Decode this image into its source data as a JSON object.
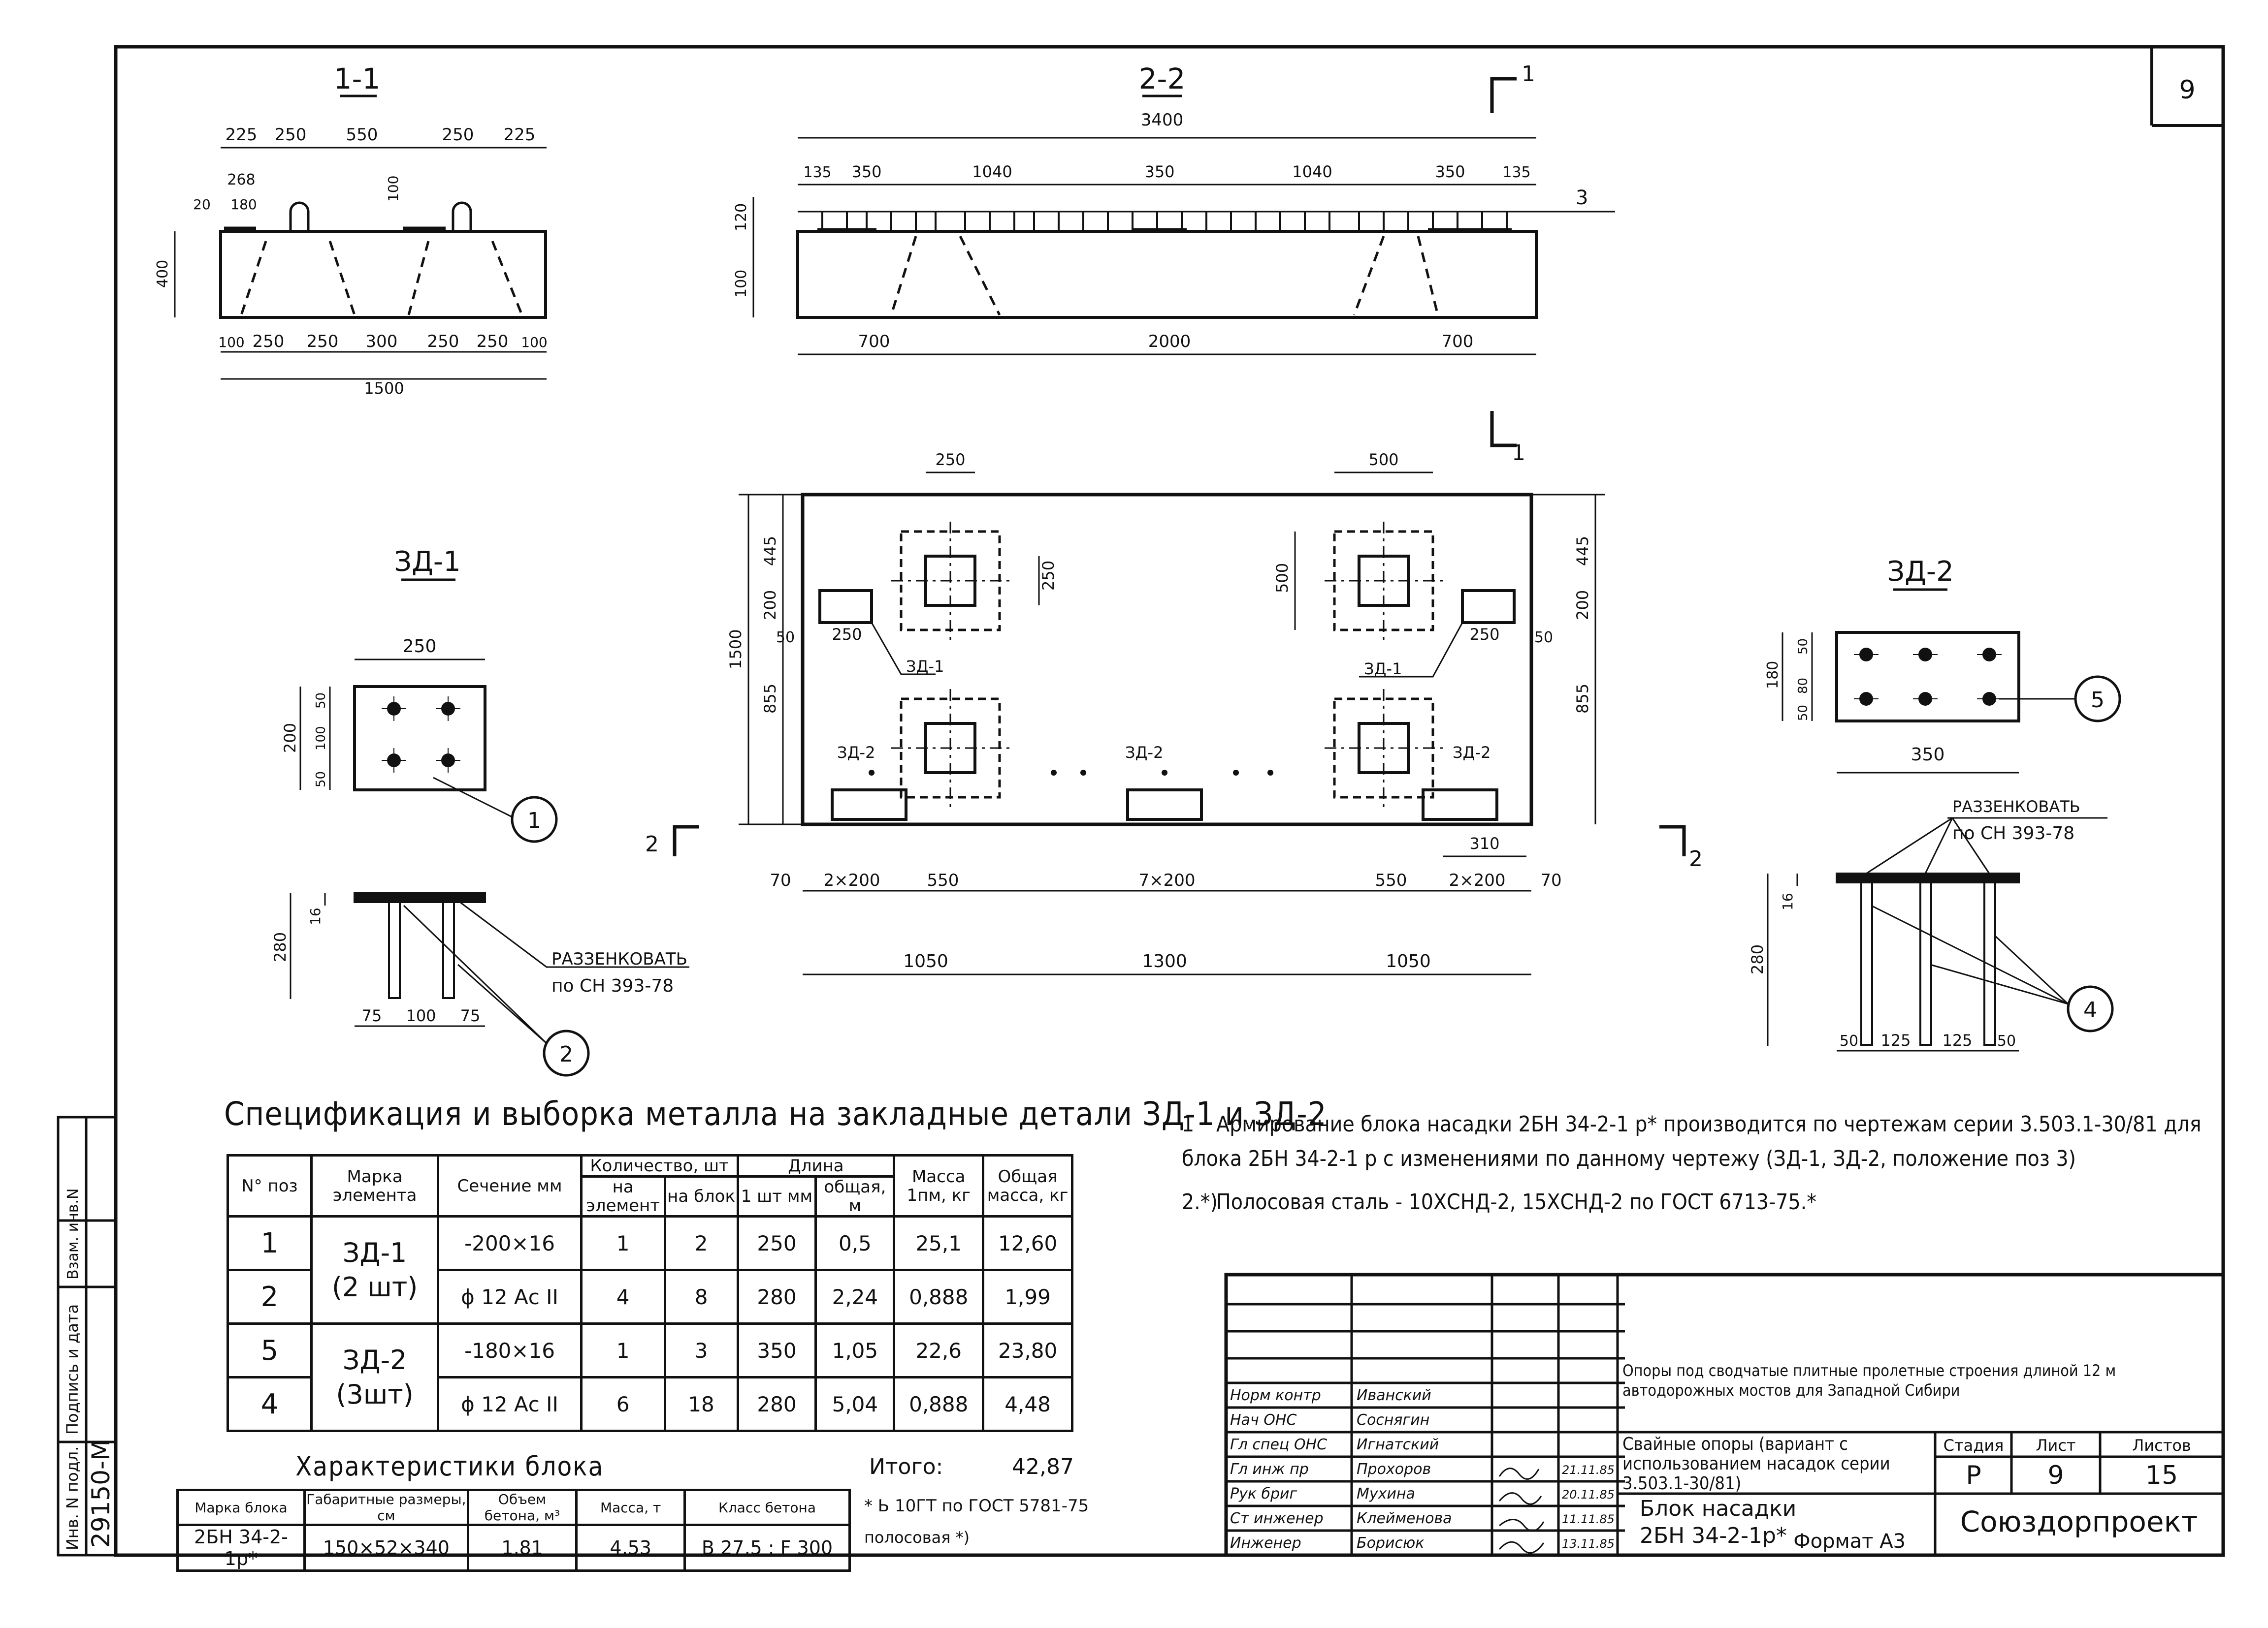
{
  "sheet_number": "9",
  "format_label": "Формат А3",
  "side_stamp": {
    "inv_no": "Инв. N подл.",
    "sign_date": "Подпись и дата",
    "vzam": "Взам. инв.N",
    "inv_value": "29150-М"
  },
  "sections": {
    "s11": {
      "title": "1-1",
      "top_dims": [
        "225",
        "250",
        "550",
        "250",
        "225"
      ],
      "sub_dims": [
        "268",
        "180",
        "20",
        "100"
      ],
      "height_dim": "400",
      "bottom_dims": [
        "100",
        "250",
        "250",
        "300",
        "250",
        "250",
        "100"
      ],
      "total": "1500"
    },
    "s22": {
      "title": "2-2",
      "total": "3400",
      "top_dims": [
        "135",
        "350",
        "1040",
        "350",
        "1040",
        "350",
        "135"
      ],
      "side_dims": [
        "120",
        "100"
      ],
      "bottom_dims": [
        "700",
        "2000",
        "700"
      ],
      "cut_label": "3"
    },
    "plan": {
      "cut_1": "1",
      "cut_2": "2",
      "top_dims": [
        "250",
        "500"
      ],
      "side_dims": [
        "250",
        "500"
      ],
      "left_dims": [
        "445",
        "200",
        "855",
        "50",
        "1500"
      ],
      "right_dims": [
        "445",
        "200",
        "855"
      ],
      "label_250": "250",
      "label_50": "50",
      "zd1": "ЗД-1",
      "zd2": "ЗД-2",
      "dim_310": "310",
      "bottom_row": [
        "70",
        "2×200",
        "550",
        "7×200",
        "550",
        "2×200",
        "70"
      ],
      "total_row": [
        "1050",
        "1300",
        "1050"
      ]
    },
    "zd1": {
      "title": "ЗД-1",
      "width": "250",
      "heights": [
        "50",
        "100",
        "50"
      ],
      "height_total": "200",
      "elev_dims": [
        "16",
        "280"
      ],
      "bottom_dims": [
        "75",
        "100",
        "75"
      ],
      "callout_1": "1",
      "callout_2": "2",
      "note": "РАЗЗЕНКОВАТЬ",
      "note2": "по СН 393-78"
    },
    "zd2": {
      "title": "ЗД-2",
      "width": "350",
      "heights": [
        "50",
        "80",
        "50"
      ],
      "height_total": "180",
      "elev_dims": [
        "16",
        "280"
      ],
      "bottom_dims": [
        "50",
        "125",
        "125",
        "50"
      ],
      "callout_5": "5",
      "callout_4": "4",
      "note": "РАЗЗЕНКОВАТЬ",
      "note2": "по СН 393-78"
    }
  },
  "spec_title": "Спецификация и выборка металла на закладные детали ЗД-1 и ЗД-2",
  "spec": {
    "headers": {
      "pos": "N° поз",
      "mark": "Марка элемента",
      "section": "Сечение мм",
      "qty": "Количество, шт",
      "qty_el": "на элемент",
      "qty_block": "на блок",
      "length": "Длина",
      "len_one": "1 шт мм",
      "len_total": "общая, м",
      "mass": "Масса 1пм, кг",
      "mass_total": "Общая масса, кг"
    },
    "rows": [
      {
        "pos": "1",
        "mark": "ЗД-1",
        "mark2": "(2 шт)",
        "section": "-200×16",
        "qty_el": "1",
        "qty_block": "2",
        "len_one": "250",
        "len_total": "0,5",
        "mass": "25,1",
        "mass_total": "12,60"
      },
      {
        "pos": "2",
        "section": "ϕ 12 Aс II",
        "qty_el": "4",
        "qty_block": "8",
        "len_one": "280",
        "len_total": "2,24",
        "mass": "0,888",
        "mass_total": "1,99"
      },
      {
        "pos": "5",
        "mark": "ЗД-2",
        "mark2": "(3шт)",
        "section": "-180×16",
        "qty_el": "1",
        "qty_block": "3",
        "len_one": "350",
        "len_total": "1,05",
        "mass": "22,6",
        "mass_total": "23,80"
      },
      {
        "pos": "4",
        "section": "ϕ 12 Aс II",
        "qty_el": "6",
        "qty_block": "18",
        "len_one": "280",
        "len_total": "5,04",
        "mass": "0,888",
        "mass_total": "4,48"
      }
    ],
    "total_label": "Итого:",
    "total_value": "42,87",
    "steel_note": "* Ь 10ГТ по ГОСТ 5781-75",
    "steel_note2": "полосовая *)"
  },
  "char_title": "Характеристики блока",
  "char": {
    "headers": [
      "Марка блока",
      "Габаритные размеры, см",
      "Объем бетона, м³",
      "Масса, т",
      "Класс бетона"
    ],
    "row": [
      "2БН 34-2-1р*",
      "150×52×340",
      "1,81",
      "4,53",
      "В 27,5 ; F 300"
    ]
  },
  "notes": [
    {
      "num": "1",
      "text": "Армирование блока насадки 2БН 34-2-1 р* производится по чертежам серии 3.503.1-30/81 для блока 2БН 34-2-1 р с изменениями по данному чертежу (ЗД-1, ЗД-2, положение поз 3)"
    },
    {
      "num": "2.*)",
      "text": "Полосовая сталь - 10ХСНД-2, 15ХСНД-2 по ГОСТ 6713-75.*"
    }
  ],
  "title_block": {
    "roles": [
      "Норм контр",
      "Нач ОНС",
      "Гл спец ОНС",
      "Гл инж пр",
      "Рук бриг",
      "Ст инженер",
      "Инженер"
    ],
    "names": [
      "Иванский",
      "Соснягин",
      "Игнатский",
      "Прохоров",
      "Мухина",
      "Клейменова",
      "Борисюк"
    ],
    "dates": [
      "",
      "",
      "",
      "21.11.85",
      "20.11.85",
      "11.11.85",
      "13.11.85"
    ],
    "project": "Опоры под сводчатые плитные пролетные строения длиной 12 м автодорожных мостов для Западной Сибири",
    "subject": "Свайные опоры (вариант с использованием насадок серии 3.503.1-30/81)",
    "stage_h": "Стадия",
    "sheet_h": "Лист",
    "sheets_h": "Листов",
    "stage": "Р",
    "sheet": "9",
    "sheets": "15",
    "drawing": "Блок насадки",
    "drawing2": "2БН 34-2-1р*",
    "org": "Союздорпроект"
  }
}
